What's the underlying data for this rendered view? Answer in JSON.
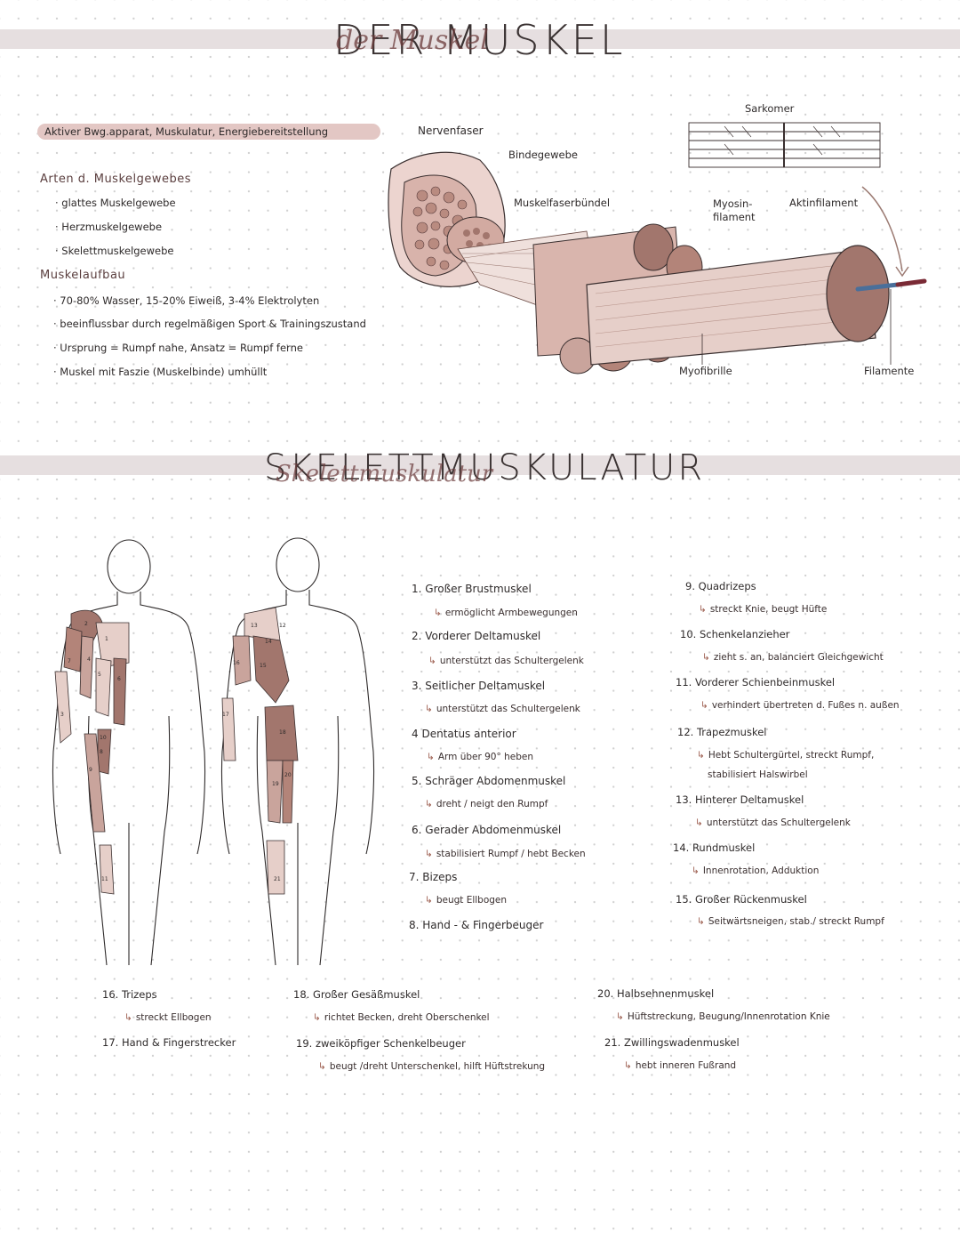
{
  "section1": {
    "title": "DER MUSKEL",
    "script": "der Muskel",
    "definition": "Aktiver   Bwg.apparat, Muskulatur, Energiebereitstellung",
    "types_heading": "Arten  d. Muskelgewebes",
    "types": [
      "· glattes  Muskelgewebe",
      "· Herzmuskelgewebe",
      "· Skelettmuskelgewebe"
    ],
    "structure_heading": "Muskelaufbau",
    "structure": [
      "· 70-80%  Wasser, 15-20%  Eiweiß, 3-4%  Elektrolyten",
      "· beeinflussbar  durch  regelmäßigen  Sport  & Trainingszustand",
      "· Ursprung = Rumpf  nahe,  Ansatz = Rumpf  ferne",
      "· Muskel  mit   Faszie  (Muskelbinde)  umhüllt"
    ],
    "diagram_labels": {
      "nervenfaser": "Nervenfaser",
      "bindegewebe": "Bindegewebe",
      "muskelfaserbuendel": "Muskelfaserbündel",
      "sarkomer": "Sarkomer",
      "myosin": "Myosin-\nfilament",
      "aktin": "Aktinfilament",
      "myofibrille": "Myofibrille",
      "filamente": "Filamente"
    }
  },
  "section2": {
    "title": "SKELETTMUSKULATUR",
    "script": "Skelettmuskulatur",
    "figure_numbers_front": [
      "1",
      "2",
      "3",
      "4",
      "5",
      "6",
      "7",
      "8",
      "9",
      "10",
      "11"
    ],
    "figure_numbers_back": [
      "12",
      "13",
      "14",
      "15",
      "16",
      "17",
      "18",
      "19",
      "20",
      "21"
    ],
    "col1": [
      {
        "title": "1.  Großer    Brustmuskel",
        "sub": "ermöglicht   Armbewegungen"
      },
      {
        "title": "2. Vorderer   Deltamuskel",
        "sub": "unterstützt   das   Schultergelenk"
      },
      {
        "title": "3. Seitlicher  Deltamuskel",
        "sub": "unterstützt   das   Schultergelenk"
      },
      {
        "title": "4 Dentatus   anterior",
        "sub": "Arm  über   90°  heben"
      },
      {
        "title": "5. Schräger  Abdomenmuskel",
        "sub": "dreht / neigt   den   Rumpf"
      },
      {
        "title": "6. Gerader   Abdomenmuskel",
        "sub": "stabilisiert  Rumpf / hebt  Becken"
      },
      {
        "title": "7. Bizeps",
        "sub": "beugt  Ellbogen"
      },
      {
        "title": "8. Hand - & Fingerbeuger",
        "sub": ""
      }
    ],
    "col2": [
      {
        "title": "9. Quadrizeps",
        "sub": "streckt  Knie, beugt  Hüfte"
      },
      {
        "title": "10. Schenkelanzieher",
        "sub": "zieht  s. an, balanciert  Gleichgewicht"
      },
      {
        "title": "11. Vorderer  Schienbeinmuskel",
        "sub": "verhindert   übertreten  d. Fußes  n. außen"
      },
      {
        "title": "12. Trapezmuskel",
        "sub": "Hebt  Schultergürtel, streckt  Rumpf,",
        "sub2": "stabilisiert  Halswirbel"
      },
      {
        "title": "13. Hinterer  Deltamuskel",
        "sub": "unterstützt  das  Schultergelenk"
      },
      {
        "title": "14. Rundmuskel",
        "sub": "Innenrotation, Adduktion"
      },
      {
        "title": "15. Großer  Rückenmuskel",
        "sub": "Seitwärtsneigen, stab./ streckt   Rumpf"
      }
    ],
    "bottom": [
      {
        "title": "16. Trizeps",
        "sub": "streckt   Ellbogen"
      },
      {
        "title": "17. Hand & Fingerstrecker",
        "sub": ""
      },
      {
        "title": "18. Großer  Gesäßmuskel",
        "sub": "richtet  Becken, dreht  Oberschenkel"
      },
      {
        "title": "19. zweiköpfiger  Schenkelbeuger",
        "sub": "beugt /dreht  Unterschenkel, hilft  Hüftstrekung"
      },
      {
        "title": "20. Halbsehnenmuskel",
        "sub": "Hüftstreckung, Beugung/Innenrotation   Knie"
      },
      {
        "title": "21. Zwillingswadenmuskel",
        "sub": "hebt   inneren    Fußrand"
      }
    ]
  },
  "colors": {
    "band": "#e6dfe0",
    "pill": "#e3c7c4",
    "muscle_dark": "#a2766d",
    "muscle_mid": "#c9a49c",
    "muscle_light": "#e6cfc9",
    "accent": "#9b5b4c"
  }
}
